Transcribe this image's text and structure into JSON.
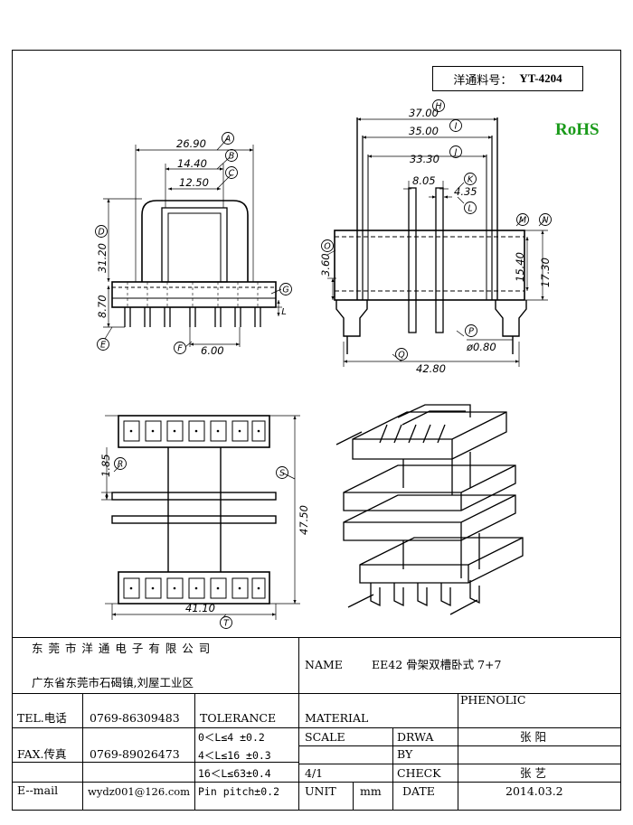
{
  "header": {
    "part_label": "洋通料号：",
    "part_number": "YT-4204",
    "rohs": "RoHS"
  },
  "dims": {
    "A": {
      "letter": "A",
      "value": "26.90"
    },
    "B": {
      "letter": "B",
      "value": "14.40"
    },
    "C": {
      "letter": "C",
      "value": "12.50"
    },
    "D": {
      "letter": "D",
      "value": "31.20"
    },
    "E": {
      "letter": "E",
      "value": "8.70"
    },
    "F": {
      "letter": "F",
      "value": "6.00"
    },
    "G": {
      "letter": "G"
    },
    "L": {
      "letter": "L"
    },
    "H": {
      "letter": "H",
      "value": "37.00"
    },
    "I": {
      "letter": "I",
      "value": "35.00"
    },
    "J": {
      "letter": "J",
      "value": "33.30"
    },
    "K": {
      "letter": "K",
      "value": "8.05"
    },
    "Lk": {
      "letter": "L",
      "value": "4.35"
    },
    "M": {
      "letter": "M",
      "value": "15.40"
    },
    "N": {
      "letter": "N",
      "value": "17.30"
    },
    "O": {
      "letter": "O",
      "value": "3.60"
    },
    "P": {
      "letter": "P",
      "value": "ø0.80"
    },
    "Q": {
      "letter": "Q",
      "value": "42.80"
    },
    "R": {
      "letter": "R",
      "value": "1.85"
    },
    "S": {
      "letter": "S",
      "value": "47.50"
    },
    "T": {
      "letter": "T",
      "value": "41.10"
    }
  },
  "title_block": {
    "company": "东 莞 市 洋 通 电 子 有 限 公 司",
    "address": "广东省东莞市石碣镇,刘屋工业区",
    "name_label": "NAME",
    "name_value": "EE42 骨架双槽卧式 7+7",
    "tel_label": "TEL.电话",
    "tel_value": "0769-86309483",
    "tolerance_label": "TOLERANCE",
    "material_label": "MATERIAL",
    "material_value": "PHENOLIC",
    "fax_label": "FAX.传真",
    "fax_value": "0769-89026473",
    "tol1": "0＜L≤4  ±0.2",
    "tol2": "4＜L≤16 ±0.3",
    "tol3": "16＜L≤63±0.4",
    "tol4": "Pin pitch±0.2",
    "scale_label": "SCALE",
    "scale_value": "4/1",
    "drwa_label1": "DRWA",
    "drwa_label2": "BY",
    "drwa_value": "张 阳",
    "check_label": "CHECK",
    "check_value": "张 艺",
    "email_label": "E--mail",
    "email_value": "wydz001@126.com",
    "unit_label": "UNIT",
    "unit_value": "mm",
    "date_label": "DATE",
    "date_value": "2014.03.2"
  }
}
